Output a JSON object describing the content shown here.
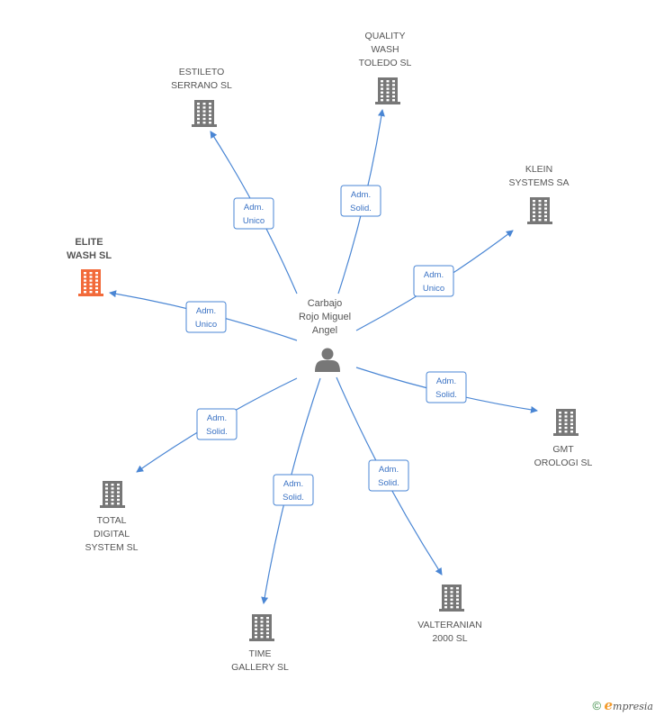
{
  "diagram": {
    "center": {
      "id": "person",
      "label_lines": [
        "Carbajo",
        "Rojo Miguel",
        "Angel"
      ],
      "icon": "person-icon"
    },
    "nodes": [
      {
        "id": "elite",
        "label_lines": [
          "ELITE",
          "WASH SL"
        ],
        "icon": "building-icon",
        "highlight": true
      },
      {
        "id": "estileto",
        "label_lines": [
          "ESTILETO",
          "SERRANO SL"
        ],
        "icon": "building-icon"
      },
      {
        "id": "quality",
        "label_lines": [
          "QUALITY",
          "WASH",
          "TOLEDO SL"
        ],
        "icon": "building-icon"
      },
      {
        "id": "klein",
        "label_lines": [
          "KLEIN",
          "SYSTEMS SA"
        ],
        "icon": "building-icon"
      },
      {
        "id": "gmt",
        "label_lines": [
          "GMT",
          "OROLOGI SL"
        ],
        "icon": "building-icon"
      },
      {
        "id": "valteranian",
        "label_lines": [
          "VALTERANIAN",
          "2000 SL"
        ],
        "icon": "building-icon"
      },
      {
        "id": "time",
        "label_lines": [
          "TIME",
          "GALLERY SL"
        ],
        "icon": "building-icon"
      },
      {
        "id": "total",
        "label_lines": [
          "TOTAL",
          "DIGITAL",
          "SYSTEM SL"
        ],
        "icon": "building-icon"
      }
    ],
    "edges": [
      {
        "to": "elite",
        "label_lines": [
          "Adm.",
          "Unico"
        ]
      },
      {
        "to": "estileto",
        "label_lines": [
          "Adm.",
          "Unico"
        ]
      },
      {
        "to": "quality",
        "label_lines": [
          "Adm.",
          "Solid."
        ]
      },
      {
        "to": "klein",
        "label_lines": [
          "Adm.",
          "Unico"
        ]
      },
      {
        "to": "gmt",
        "label_lines": [
          "Adm.",
          "Solid."
        ]
      },
      {
        "to": "valteranian",
        "label_lines": [
          "Adm.",
          "Solid."
        ]
      },
      {
        "to": "time",
        "label_lines": [
          "Adm.",
          "Solid."
        ]
      },
      {
        "to": "total",
        "label_lines": [
          "Adm.",
          "Solid."
        ]
      }
    ],
    "colors": {
      "edge": "#4a86d4",
      "building": "#777777",
      "building_highlight": "#f26a3a",
      "person": "#777777"
    }
  },
  "footer": {
    "copyright": "©",
    "brand_initial": "e",
    "brand_rest": "mpresia"
  }
}
